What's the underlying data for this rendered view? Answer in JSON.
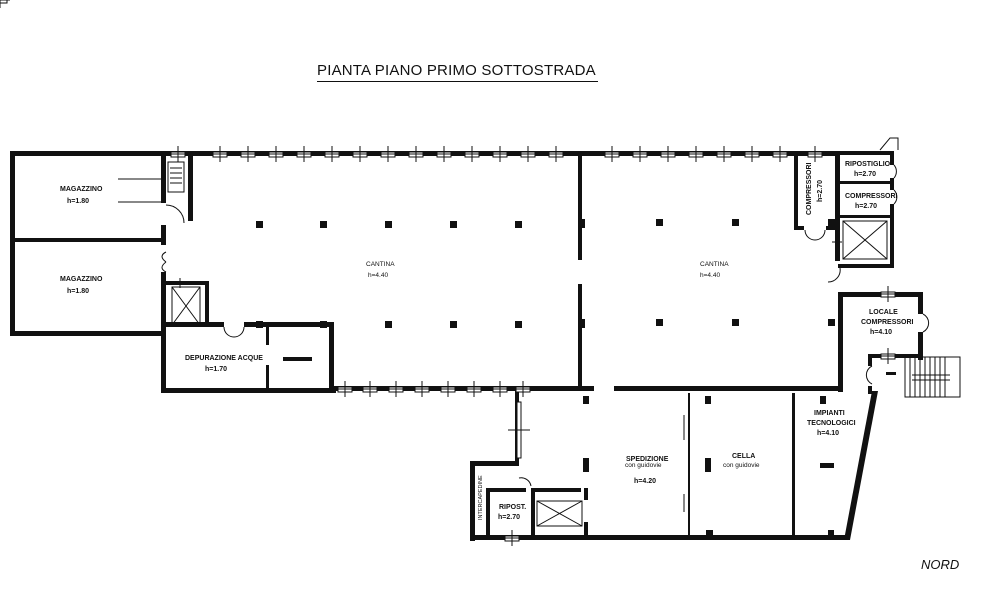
{
  "title": "PIANTA  PIANO  PRIMO SOTTOSTRADA",
  "north_label": "NORD",
  "rooms": {
    "magazzino_1": {
      "name": "MAGAZZINO",
      "height": "h=1.80"
    },
    "magazzino_2": {
      "name": "MAGAZZINO",
      "height": "h=1.80"
    },
    "depurazione": {
      "name": "DEPURAZIONE ACQUE",
      "height": "h=1.70"
    },
    "cantina_1": {
      "name": "CANTINA",
      "height": "h=4.40"
    },
    "cantina_2": {
      "name": "CANTINA",
      "height": "h=4.40"
    },
    "compressori_v": {
      "name": "COMPRESSORI",
      "height": "h=2.70"
    },
    "ripostiglio": {
      "name": "RIPOSTIGLIO",
      "height": "h=2.70"
    },
    "compressori": {
      "name": "COMPRESSORI",
      "height": "h=2.70"
    },
    "locale_compressori": {
      "name1": "LOCALE",
      "name2": "COMPRESSORI",
      "height": "h=4.10"
    },
    "impianti": {
      "name1": "IMPIANTI",
      "name2": "TECNOLOGICI",
      "height": "h=4.10"
    },
    "spedizione": {
      "name": "SPEDIZIONE",
      "sub": "con guidovie",
      "height": "h=4.20"
    },
    "cella": {
      "name": "CELLA",
      "sub": "con guidovie"
    },
    "intercapedine": {
      "name": "INTERCAPEDINE"
    },
    "ripost": {
      "name": "RIPOST.",
      "height": "h=2.70"
    }
  },
  "colors": {
    "wall": "#111111",
    "line": "#222222"
  }
}
